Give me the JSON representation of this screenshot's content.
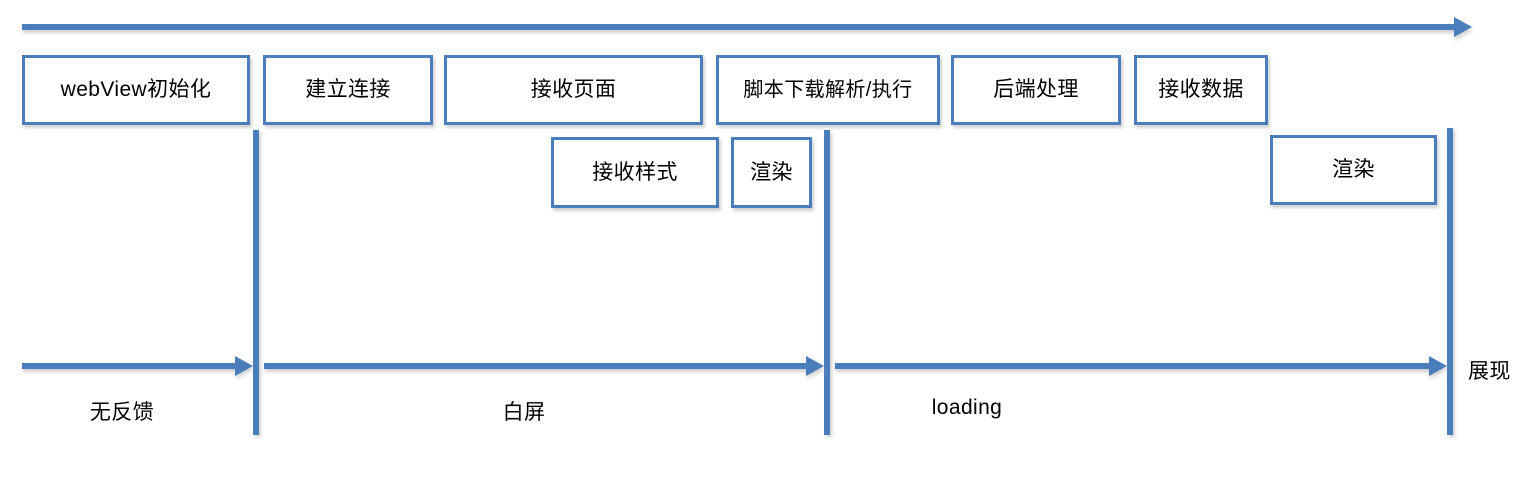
{
  "diagram": {
    "type": "webview-page-load-timeline",
    "accent_color": "#4A7EBB",
    "background_color": "#ffffff",
    "text_color": "#000000"
  },
  "timeline": {
    "top_axis_label": "",
    "stages_row1": [
      {
        "id": "webview-init",
        "label": "webView初始化"
      },
      {
        "id": "establish-conn",
        "label": "建立连接"
      },
      {
        "id": "receive-page",
        "label": "接收页面"
      },
      {
        "id": "script-exec",
        "label": "脚本下载解析/执行"
      },
      {
        "id": "backend-process",
        "label": "后端处理"
      },
      {
        "id": "receive-data",
        "label": "接收数据"
      }
    ],
    "stages_row2": [
      {
        "id": "receive-style",
        "label": "接收样式"
      },
      {
        "id": "render-first",
        "label": "渲染"
      },
      {
        "id": "render-second",
        "label": "渲染"
      }
    ],
    "phases": [
      {
        "id": "no-feedback",
        "label": "无反馈"
      },
      {
        "id": "white-screen",
        "label": "白屏"
      },
      {
        "id": "loading",
        "label": "loading"
      }
    ],
    "end_label": "展现"
  }
}
